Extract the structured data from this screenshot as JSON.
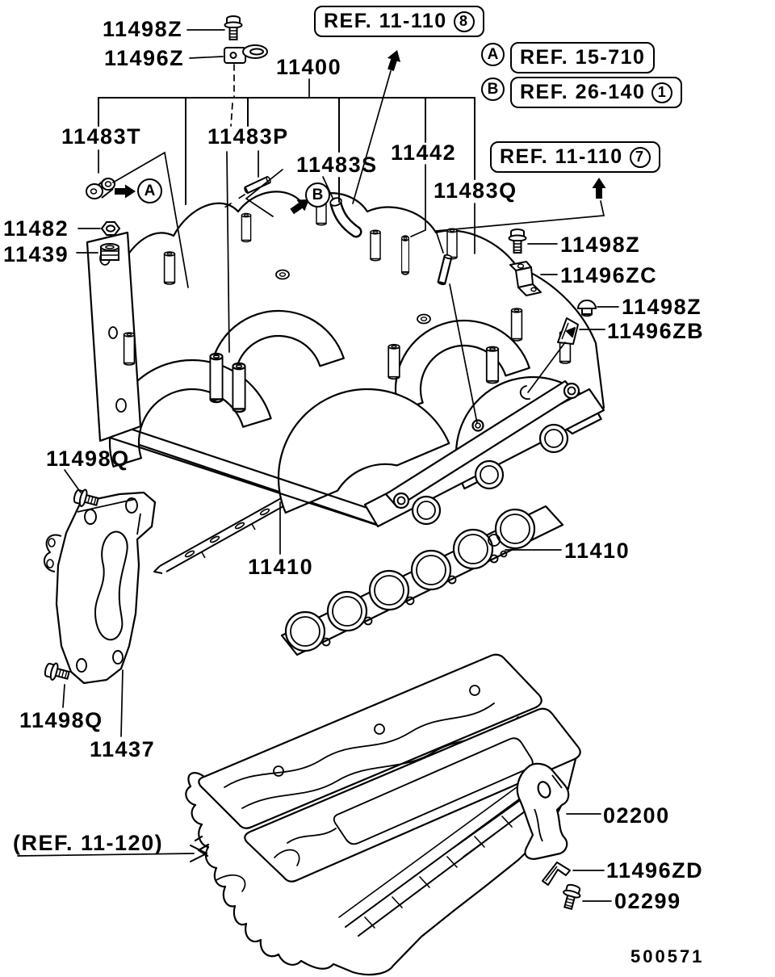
{
  "page": {
    "background_color": "#ffffff",
    "line_color": "#000000",
    "drawing_number": "500571",
    "description": "Intake manifold and manifold gasket exploded parts diagram"
  },
  "ref_callouts": {
    "top": {
      "label": "REF. 11-110",
      "circled_number": "8"
    },
    "a": {
      "circled_letter": "A",
      "label": "REF. 15-710"
    },
    "b": {
      "circled_letter": "B",
      "label": "REF. 26-140",
      "circled_number": "1"
    },
    "mid": {
      "label": "REF. 11-110",
      "circled_number": "7"
    },
    "bottom": {
      "label": "(REF. 11-120)"
    }
  },
  "detail_markers": {
    "a": "A",
    "b": "B"
  },
  "parts": [
    {
      "number": "11498Z"
    },
    {
      "number": "11496Z"
    },
    {
      "number": "11400"
    },
    {
      "number": "11483T"
    },
    {
      "number": "11483P"
    },
    {
      "number": "11483S"
    },
    {
      "number": "11442"
    },
    {
      "number": "11483Q"
    },
    {
      "number": "11482"
    },
    {
      "number": "11439"
    },
    {
      "number": "11498Z"
    },
    {
      "number": "11496ZC"
    },
    {
      "number": "11498Z"
    },
    {
      "number": "11496ZB"
    },
    {
      "number": "11498Q"
    },
    {
      "number": "11410"
    },
    {
      "number": "11410"
    },
    {
      "number": "11498Q"
    },
    {
      "number": "11437"
    },
    {
      "number": "02200"
    },
    {
      "number": "11496ZD"
    },
    {
      "number": "02299"
    }
  ],
  "icons": {
    "fastener_icons": [
      "hex-bolt-icon",
      "hose-clamp-icon",
      "hex-nut-icon",
      "ribbed-cap-icon",
      "push-grommet-icon",
      "z-bracket-icon",
      "wedge-bracket-icon",
      "l-bracket-icon",
      "stud-icon",
      "dowel-pin-icon",
      "elbow-fitting-icon",
      "hose-icon",
      "bold-arrow-icon"
    ]
  }
}
